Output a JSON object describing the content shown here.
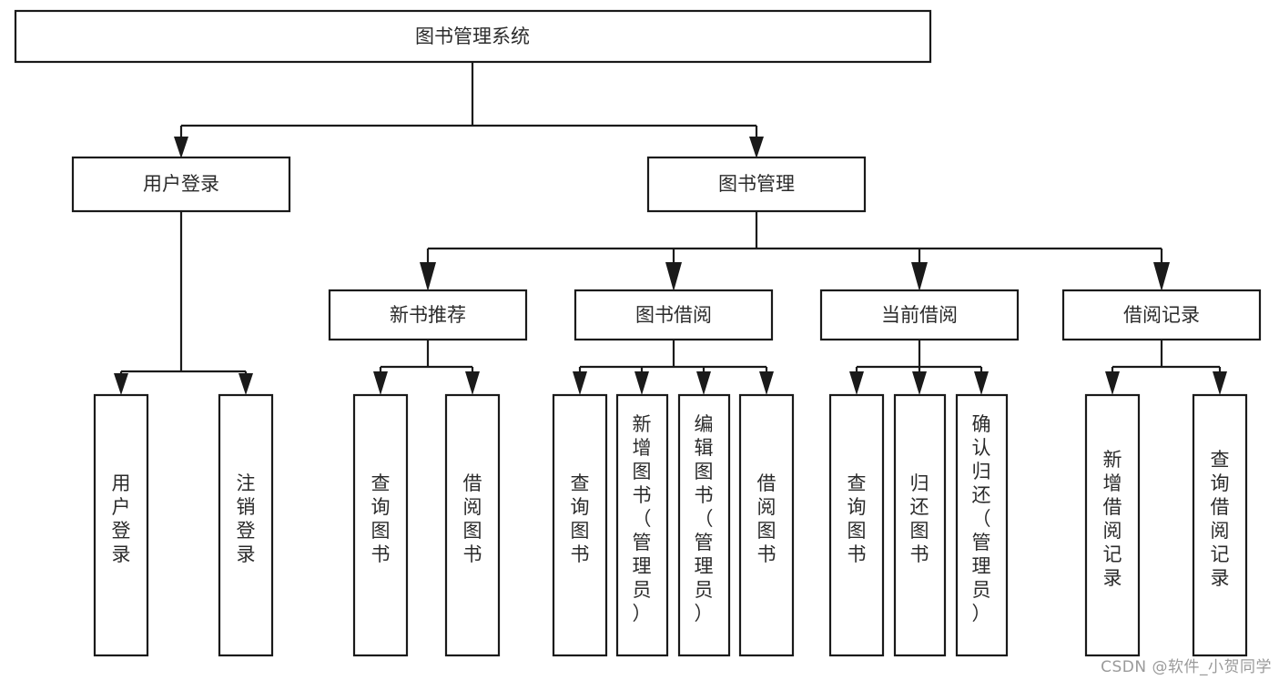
{
  "diagram": {
    "title": "图书管理系统",
    "type": "tree",
    "orientation": "top-down",
    "colors": {
      "box_stroke": "#1a1a1a",
      "box_fill": "#ffffff",
      "text": "#2b2b2b",
      "connector": "#1a1a1a",
      "watermark": "#9a9a9a",
      "background": "#ffffff"
    },
    "root": {
      "id": "root",
      "label": "图书管理系统",
      "text_direction": "horizontal"
    },
    "level2": [
      {
        "id": "user-login",
        "label": "用户登录",
        "text_direction": "horizontal"
      },
      {
        "id": "book-management",
        "label": "图书管理",
        "text_direction": "horizontal"
      }
    ],
    "level3": [
      {
        "id": "new-book-recommend",
        "label": "新书推荐",
        "text_direction": "horizontal",
        "parent": "book-management"
      },
      {
        "id": "book-borrow",
        "label": "图书借阅",
        "text_direction": "horizontal",
        "parent": "book-management"
      },
      {
        "id": "current-borrow",
        "label": "当前借阅",
        "text_direction": "horizontal",
        "parent": "book-management"
      },
      {
        "id": "borrow-record",
        "label": "借阅记录",
        "text_direction": "horizontal",
        "parent": "book-management"
      }
    ],
    "leaves": [
      {
        "id": "leaf-user-login",
        "label": "用户登录",
        "text_direction": "vertical",
        "parent": "user-login"
      },
      {
        "id": "leaf-logout-login",
        "label": "注销登录",
        "text_direction": "vertical",
        "parent": "user-login"
      },
      {
        "id": "leaf-query-book-1",
        "label": "查询图书",
        "text_direction": "vertical",
        "parent": "new-book-recommend"
      },
      {
        "id": "leaf-borrow-book-1",
        "label": "借阅图书",
        "text_direction": "vertical",
        "parent": "new-book-recommend"
      },
      {
        "id": "leaf-query-book-2",
        "label": "查询图书",
        "text_direction": "vertical",
        "parent": "book-borrow"
      },
      {
        "id": "leaf-add-book",
        "label": "新增图书（管理员）",
        "text_direction": "vertical",
        "parent": "book-borrow"
      },
      {
        "id": "leaf-edit-book",
        "label": "编辑图书（管理员）",
        "text_direction": "vertical",
        "parent": "book-borrow"
      },
      {
        "id": "leaf-borrow-book-2",
        "label": "借阅图书",
        "text_direction": "vertical",
        "parent": "book-borrow"
      },
      {
        "id": "leaf-query-book-3",
        "label": "查询图书",
        "text_direction": "vertical",
        "parent": "current-borrow"
      },
      {
        "id": "leaf-return-book",
        "label": "归还图书",
        "text_direction": "vertical",
        "parent": "current-borrow"
      },
      {
        "id": "leaf-confirm-return",
        "label": "确认归还（管理员）",
        "text_direction": "vertical",
        "parent": "current-borrow"
      },
      {
        "id": "leaf-add-record",
        "label": "新增借阅记录",
        "text_direction": "vertical",
        "parent": "borrow-record"
      },
      {
        "id": "leaf-query-record",
        "label": "查询借阅记录",
        "text_direction": "vertical",
        "parent": "borrow-record"
      }
    ],
    "watermark": "CSDN @软件_小贺同学"
  }
}
